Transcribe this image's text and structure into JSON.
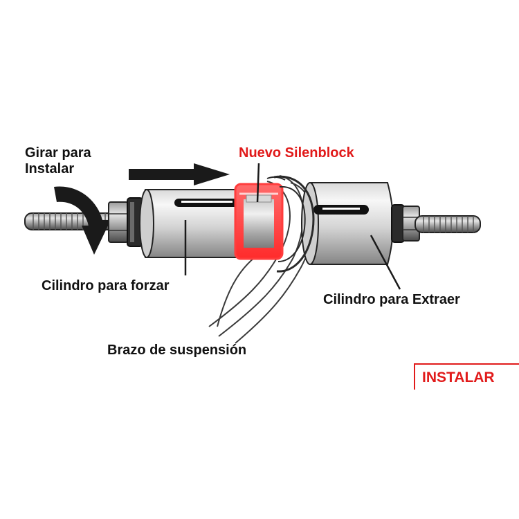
{
  "labels": {
    "rotate_line1": "Girar para",
    "rotate_line2": "Instalar",
    "new_bushing": "Nuevo Silenblock",
    "press_cylinder": "Cilindro para forzar",
    "extract_cylinder": "Cilindro para Extraer",
    "suspension_arm": "Brazo de suspensión"
  },
  "badge": {
    "text": "INSTALAR"
  },
  "colors": {
    "highlight": "#e11a1a",
    "label_text": "#111111",
    "outline": "#222222",
    "metal_light": "#f2f2f2",
    "metal_dark": "#8d8d8d"
  },
  "icons": {
    "direction_arrow": "right-arrow-icon",
    "rotation_arrow": "curved-arrow-icon"
  }
}
